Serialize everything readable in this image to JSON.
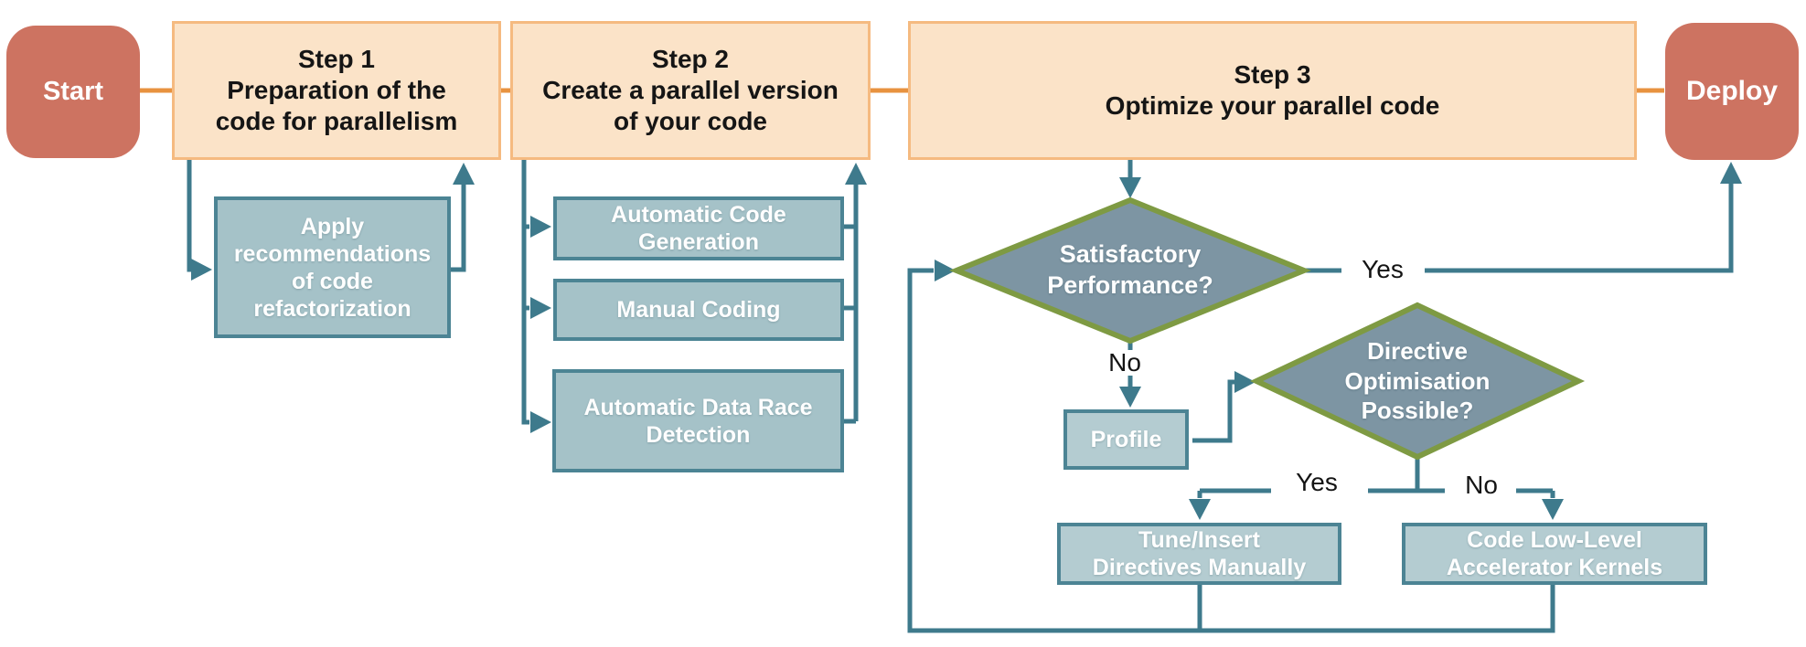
{
  "colors": {
    "terminal_fill": "#cd7361",
    "step_fill": "#fbe3c8",
    "step_border": "#f5ba80",
    "orange_connector": "#e8923f",
    "line_teal": "#3e7a8c",
    "task_border": "#4c8494",
    "task_fill_dark": "#a5c2c8",
    "task_fill_light": "#b4ccd1",
    "decision_fill": "#7d95a3",
    "decision_border": "#7e9a43",
    "text_dark": "#151515",
    "text_light": "#ffffff"
  },
  "nodes": {
    "start": {
      "label": "Start"
    },
    "deploy": {
      "label": "Deploy"
    },
    "step1": {
      "text": "Step 1\nPreparation of the\ncode for parallelism"
    },
    "step2": {
      "text": "Step 2\nCreate a parallel version\nof your code"
    },
    "step3": {
      "text": "Step 3\nOptimize your parallel code"
    },
    "apply_refactor": {
      "text": "Apply\nrecommendations\nof code\nrefactorization"
    },
    "auto_code_gen": {
      "text": "Automatic Code\nGeneration"
    },
    "manual_coding": {
      "text": "Manual Coding"
    },
    "data_race": {
      "text": "Automatic Data Race\nDetection"
    },
    "decision_performance": {
      "text": "Satisfactory\nPerformance?"
    },
    "profile": {
      "text": "Profile"
    },
    "decision_directive": {
      "text": "Directive\nOptimisation\nPossible?"
    },
    "tune_directives": {
      "text": "Tune/Insert\nDirectives Manually"
    },
    "low_level_kernels": {
      "text": "Code Low-Level\nAccelerator Kernels"
    }
  },
  "edge_labels": {
    "performance_yes": "Yes",
    "performance_no": "No",
    "directive_yes": "Yes",
    "directive_no": "No"
  }
}
